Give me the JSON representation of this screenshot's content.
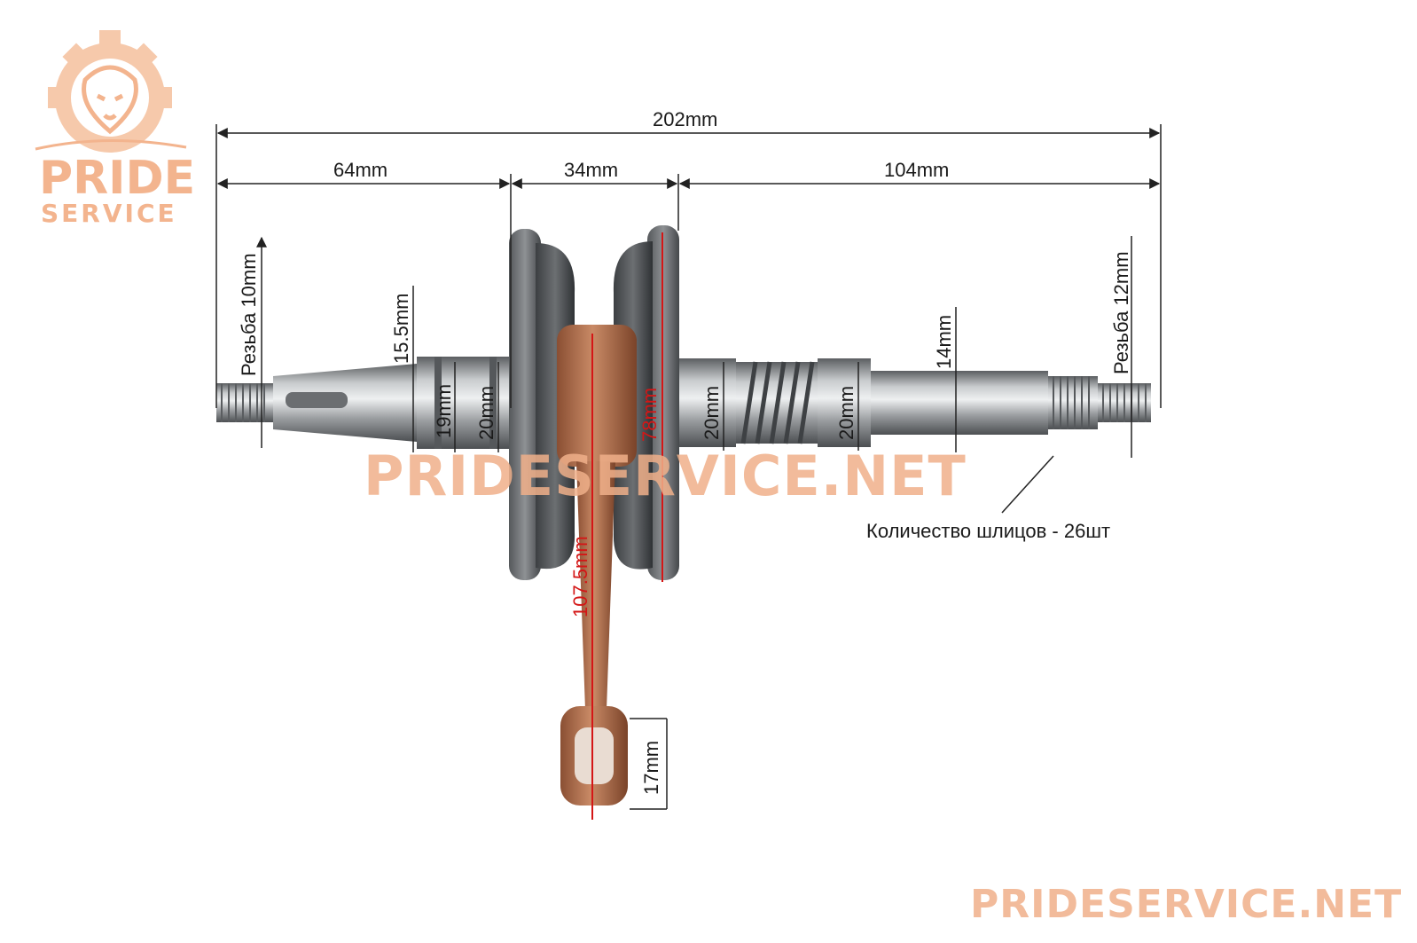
{
  "logo": {
    "line1": "PRIDE",
    "line2": "SERVICE",
    "color": "#f3b48e"
  },
  "watermark": {
    "center": "PRIDESERVICE.NET",
    "bottom_right": "PRIDESERVICE.NET"
  },
  "dimensions": {
    "total_length": "202mm",
    "left_shaft": "64mm",
    "flywheel_width": "34mm",
    "right_shaft": "104mm",
    "left_thread": "Резьба 10mm",
    "right_thread": "Резьба 12mm",
    "cone_dia": "15.5mm",
    "bearing_left_inner": "19mm",
    "bearing_left": "20mm",
    "flywheel_dia": "78mm",
    "bearing_right_1": "20mm",
    "bearing_right_2": "20mm",
    "right_shaft_dia": "14mm",
    "rod_length": "107.5mm",
    "small_end": "17mm",
    "splines": "Количество шлицов - 26шт"
  },
  "colors": {
    "steel": "#8a8d90",
    "copper": "#b0714f",
    "dim_line": "#222222",
    "red_dim": "#d41616"
  }
}
